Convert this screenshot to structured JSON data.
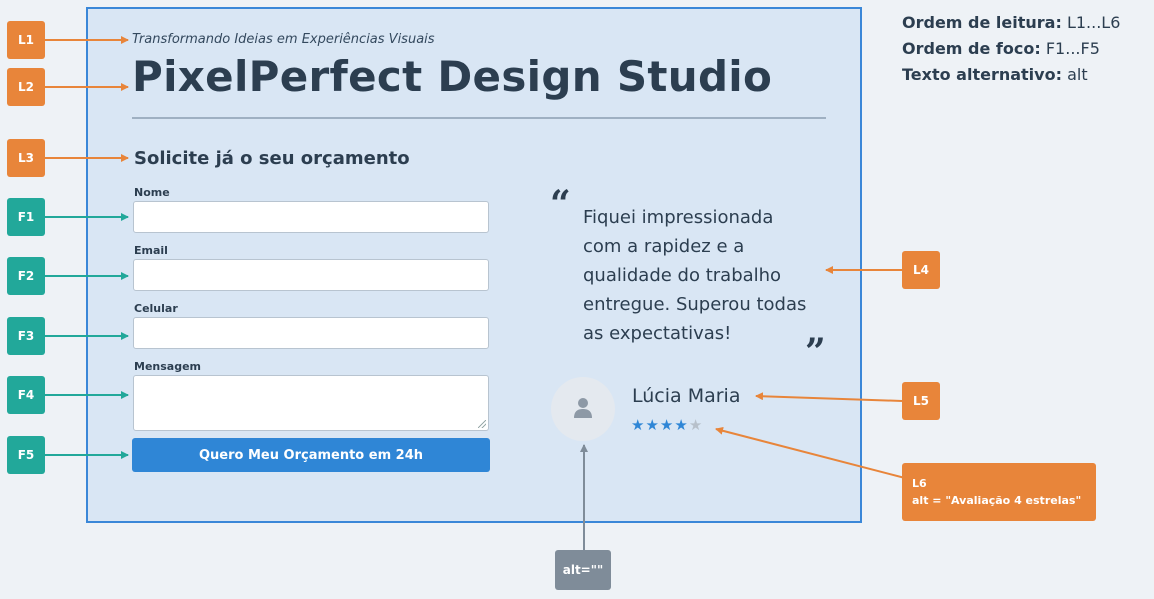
{
  "header": {
    "tagline": "Transformando Ideias em Experiências Visuais",
    "title": "PixelPerfect Design Studio"
  },
  "form": {
    "heading": "Solicite já o seu orçamento",
    "fields": [
      {
        "label": "Nome",
        "value": ""
      },
      {
        "label": "Email",
        "value": ""
      },
      {
        "label": "Celular",
        "value": ""
      },
      {
        "label": "Mensagem",
        "value": ""
      }
    ],
    "submit_label": "Quero Meu Orçamento em 24h"
  },
  "testimonial": {
    "open_quote": "“",
    "close_quote": "”",
    "text": "Fiquei impressionada com a rapidez e a qualidade do trabalho entregue. Superou todas as expectativas!",
    "author": "Lúcia Maria",
    "rating": 4,
    "rating_max": 5
  },
  "annotations": {
    "tags": {
      "l1": "L1",
      "l2": "L2",
      "l3": "L3",
      "l4": "L4",
      "l5": "L5",
      "f1": "F1",
      "f2": "F2",
      "f3": "F3",
      "f4": "F4",
      "f5": "F5"
    },
    "l6_title": "L6",
    "l6_alt": "alt = \"Avaliação 4 estrelas\"",
    "avatar_alt": "alt=\"\""
  },
  "legend": {
    "reading_label": "Ordem de leitura:",
    "reading_value": "L1...L6",
    "focus_label": "Ordem de foco:",
    "focus_value": "F1...F5",
    "alt_label": "Texto alternativo:",
    "alt_value": "alt"
  },
  "colors": {
    "orange": "#e8853a",
    "teal": "#22a89a",
    "gray": "#7f8c99",
    "accent_blue": "#2f86d6"
  }
}
